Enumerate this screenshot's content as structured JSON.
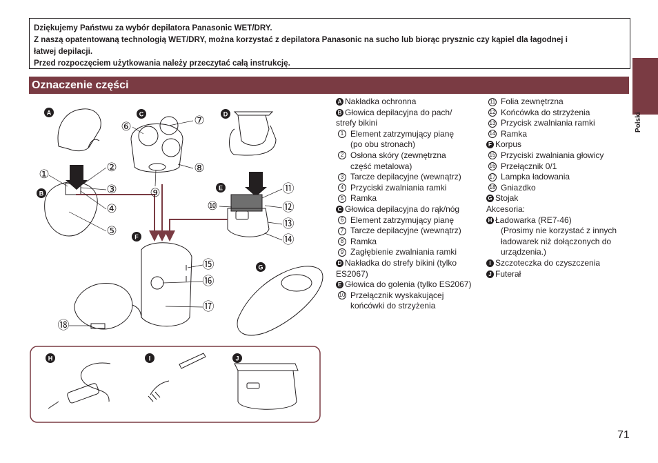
{
  "intro": {
    "line1": "Dziękujemy Państwu za wybór depilatora Panasonic WET/DRY.",
    "line2": "Z naszą opatentowaną technologią WET/DRY, można korzystać z depilatora Panasonic na sucho lub biorąc prysznic czy kąpiel dla łagodnej i",
    "line3": "łatwej depilacji.",
    "line4": "Przed rozpoczęciem użytkowania należy przeczytać całą instrukcję."
  },
  "section_title": "Oznaczenie części",
  "language_tab": "Polski",
  "page_number": "71",
  "figure": {
    "letters": [
      "A",
      "B",
      "C",
      "D",
      "E",
      "F",
      "G",
      "H",
      "I",
      "J"
    ],
    "numbers": [
      "①",
      "②",
      "③",
      "④",
      "⑤",
      "⑥",
      "⑦",
      "⑧",
      "⑨",
      "⑩",
      "⑪",
      "⑫",
      "⑬",
      "⑭",
      "⑮",
      "⑯",
      "⑰",
      "⑱"
    ]
  },
  "parts_left": [
    {
      "badge": "A",
      "text": "Nakładka ochronna"
    },
    {
      "badge": "B",
      "text": "Głowica depilacyjna do pach/"
    },
    {
      "text": "strefy bikini"
    },
    {
      "num": "1",
      "text": "Element zatrzymujący pianę",
      "sub": true
    },
    {
      "text": "(po obu stronach)",
      "indent": true
    },
    {
      "num": "2",
      "text": "Osłona skóry (zewnętrzna",
      "sub": true
    },
    {
      "text": "część metalowa)",
      "indent": true
    },
    {
      "num": "3",
      "text": "Tarcze depilacyjne (wewnątrz)",
      "sub": true
    },
    {
      "num": "4",
      "text": "Przyciski zwalniania ramki",
      "sub": true
    },
    {
      "num": "5",
      "text": "Ramka",
      "sub": true
    },
    {
      "badge": "C",
      "text": "Głowica depilacyjna do rąk/nóg"
    },
    {
      "num": "6",
      "text": "Element zatrzymujący pianę",
      "sub": true
    },
    {
      "num": "7",
      "text": "Tarcze depilacyjne (wewnątrz)",
      "sub": true
    },
    {
      "num": "8",
      "text": "Ramka",
      "sub": true
    },
    {
      "num": "9",
      "text": "Zagłębienie zwalniania ramki",
      "sub": true
    },
    {
      "badge": "D",
      "text": "Nakładka do strefy bikini (tylko"
    },
    {
      "text": "ES2067)"
    },
    {
      "badge": "E",
      "text": "Głowica do golenia (tylko ES2067)"
    },
    {
      "num": "10",
      "text": "Przełącznik wyskakującej",
      "sub": true
    },
    {
      "text": "końcówki do strzyżenia",
      "indent": true
    }
  ],
  "parts_right": [
    {
      "num": "11",
      "text": "Folia zewnętrzna",
      "sub": true
    },
    {
      "num": "12",
      "text": "Końcówka do strzyżenia",
      "sub": true
    },
    {
      "num": "13",
      "text": "Przycisk zwalniania ramki",
      "sub": true
    },
    {
      "num": "14",
      "text": "Ramka",
      "sub": true
    },
    {
      "badge": "F",
      "text": "Korpus"
    },
    {
      "num": "15",
      "text": "Przyciski zwalniania głowicy",
      "sub": true
    },
    {
      "num": "16",
      "text": "Przełącznik 0/1",
      "sub": true
    },
    {
      "num": "17",
      "text": "Lampka ładowania",
      "sub": true
    },
    {
      "num": "18",
      "text": "Gniazdko",
      "sub": true
    },
    {
      "badge": "G",
      "text": "Stojak"
    },
    {
      "text": "Akcesoria:"
    },
    {
      "badge": "H",
      "text": "Ładowarka (RE7-46)"
    },
    {
      "text": "(Prosimy nie korzystać z innych",
      "indent": true
    },
    {
      "text": "ładowarek niż dołączonych do",
      "indent": true
    },
    {
      "text": "urządzenia.)",
      "indent": true
    },
    {
      "badge": "I",
      "text": "Szczoteczka do czyszczenia"
    },
    {
      "badge": "J",
      "text": "Futerał"
    }
  ]
}
